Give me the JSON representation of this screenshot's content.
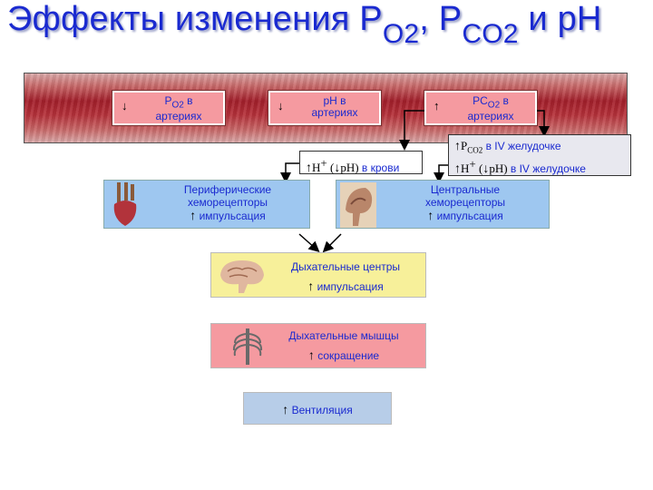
{
  "title": {
    "prefix": "Эффекты изменения P",
    "o2": "O",
    "o2_sub": "2",
    "comma": ", P",
    "co2": "CO",
    "co2_sub": "2",
    "suffix": " и pH"
  },
  "artery_boxes": [
    {
      "arrow": "↓",
      "line1_pre": "P",
      "line1_sub": "O2",
      "line1_post": " в",
      "line2": "артериях"
    },
    {
      "arrow": "↓",
      "line1_pre": "pH в",
      "line1_sub": "",
      "line1_post": "",
      "line2": "артериях"
    },
    {
      "arrow": "↑",
      "line1_pre": "PC",
      "line1_sub": "O2",
      "line1_post": " в",
      "line2": "артериях"
    }
  ],
  "blood_box": {
    "up": "↑",
    "h": "H",
    "plus": "+",
    "paren_open": " (",
    "down": "↓",
    "ph": "pH)",
    "text": " в крови"
  },
  "ventricle_box": {
    "line1": {
      "up": "↑",
      "p": "P",
      "sub": "CO2",
      "text": " в IV желудочке"
    },
    "line2": {
      "up": "↑",
      "h": "H",
      "plus": "+",
      "paren_open": " (",
      "down": "↓",
      "ph": "pH)",
      "text": " в IV желудочке"
    }
  },
  "peripheral": {
    "line1": "Периферические",
    "line2": "хеморецепторы",
    "up": "↑",
    "line3": "импульсация"
  },
  "central": {
    "line1": "Центральные",
    "line2": "хеморецепторы",
    "up": "↑",
    "line3": "импульсация"
  },
  "resp_centers": {
    "line1": "Дыхательные центры",
    "up": "↑",
    "line2": "импульсация"
  },
  "resp_muscles": {
    "line1": "Дыхательные мышцы",
    "up": "↑",
    "line2": "сокращение"
  },
  "ventilation": {
    "up": "↑",
    "text": "Вентиляция"
  },
  "colors": {
    "title": "#1a2ad0",
    "text": "#1a2ad0",
    "artery_box": "#f59aa0",
    "receptor_box": "#9ec7f0",
    "center_box": "#f7f09a",
    "muscle_box": "#f59aa0",
    "ventilation_box": "#b7cde8"
  }
}
